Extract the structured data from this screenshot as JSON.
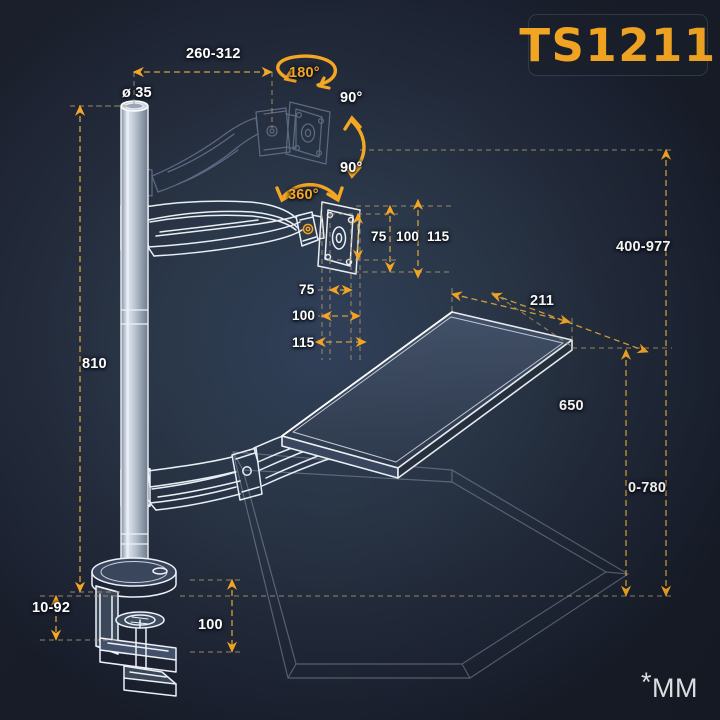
{
  "product": {
    "model_badge": "TS1211",
    "unit_note": "*MM",
    "unit_star": "*",
    "unit_text": "MM"
  },
  "colors": {
    "background_center": "#31405a",
    "background_edge": "#171c28",
    "accent_gold": "#f5a623",
    "label_white": "#ffffff",
    "linework_light": "#e8edf4",
    "linework_dim": "#4a5870",
    "desk_line": "#8d99ad"
  },
  "dimensions": {
    "reach_top": "260-312",
    "pole_diameter": "ø 35",
    "pole_height": "810",
    "height_range": "400-977",
    "keyboard_depth": "211",
    "keyboard_reach": "650",
    "tray_height_range": "0-780",
    "clamp_thickness": "10-92",
    "clamp_clearance": "100",
    "vesa_v_75": "75",
    "vesa_v_100": "100",
    "vesa_v_115": "115",
    "vesa_h_75": "75",
    "vesa_h_100": "100",
    "vesa_h_115": "115"
  },
  "rotations": {
    "swivel": "180°",
    "tilt_up": "90°",
    "tilt_down": "90°",
    "rotate": "360°"
  }
}
